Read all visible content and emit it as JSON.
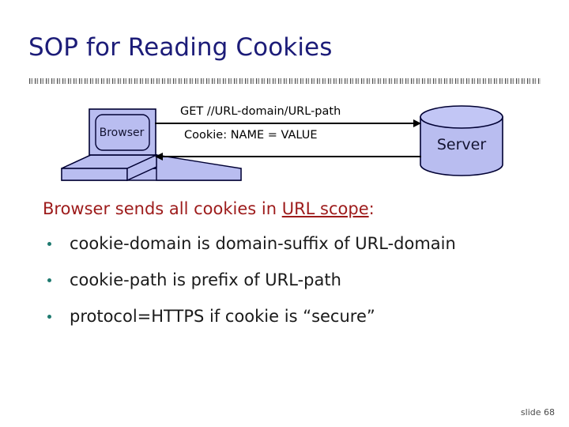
{
  "slide": {
    "title": "SOP for Reading Cookies",
    "slide_number": "slide 68",
    "colors": {
      "title": "#1c1c78",
      "lead_text": "#9d1b1b",
      "bullet_text": "#1a1a1a",
      "bullet_dot": "#1f7a70",
      "shape_fill": "#b9bdf0",
      "shape_stroke": "#000033",
      "divider": "#b9b9b9"
    }
  },
  "diagram": {
    "browser": {
      "label": "Browser",
      "icon": "laptop-computer-icon"
    },
    "server": {
      "label": "Server",
      "icon": "database-cylinder-icon"
    },
    "messages": {
      "request": "GET  //URL-domain/URL-path",
      "response": "Cookie:  NAME = VALUE"
    },
    "arrows": {
      "request_direction": "right",
      "response_direction": "left"
    }
  },
  "body": {
    "lead_prefix": "Browser sends all cookies in ",
    "lead_underlined": "URL scope",
    "lead_suffix": ":",
    "bullets": [
      "cookie-domain is domain-suffix of URL-domain",
      "cookie-path is prefix of URL-path",
      "protocol=HTTPS if cookie is “secure”"
    ]
  }
}
